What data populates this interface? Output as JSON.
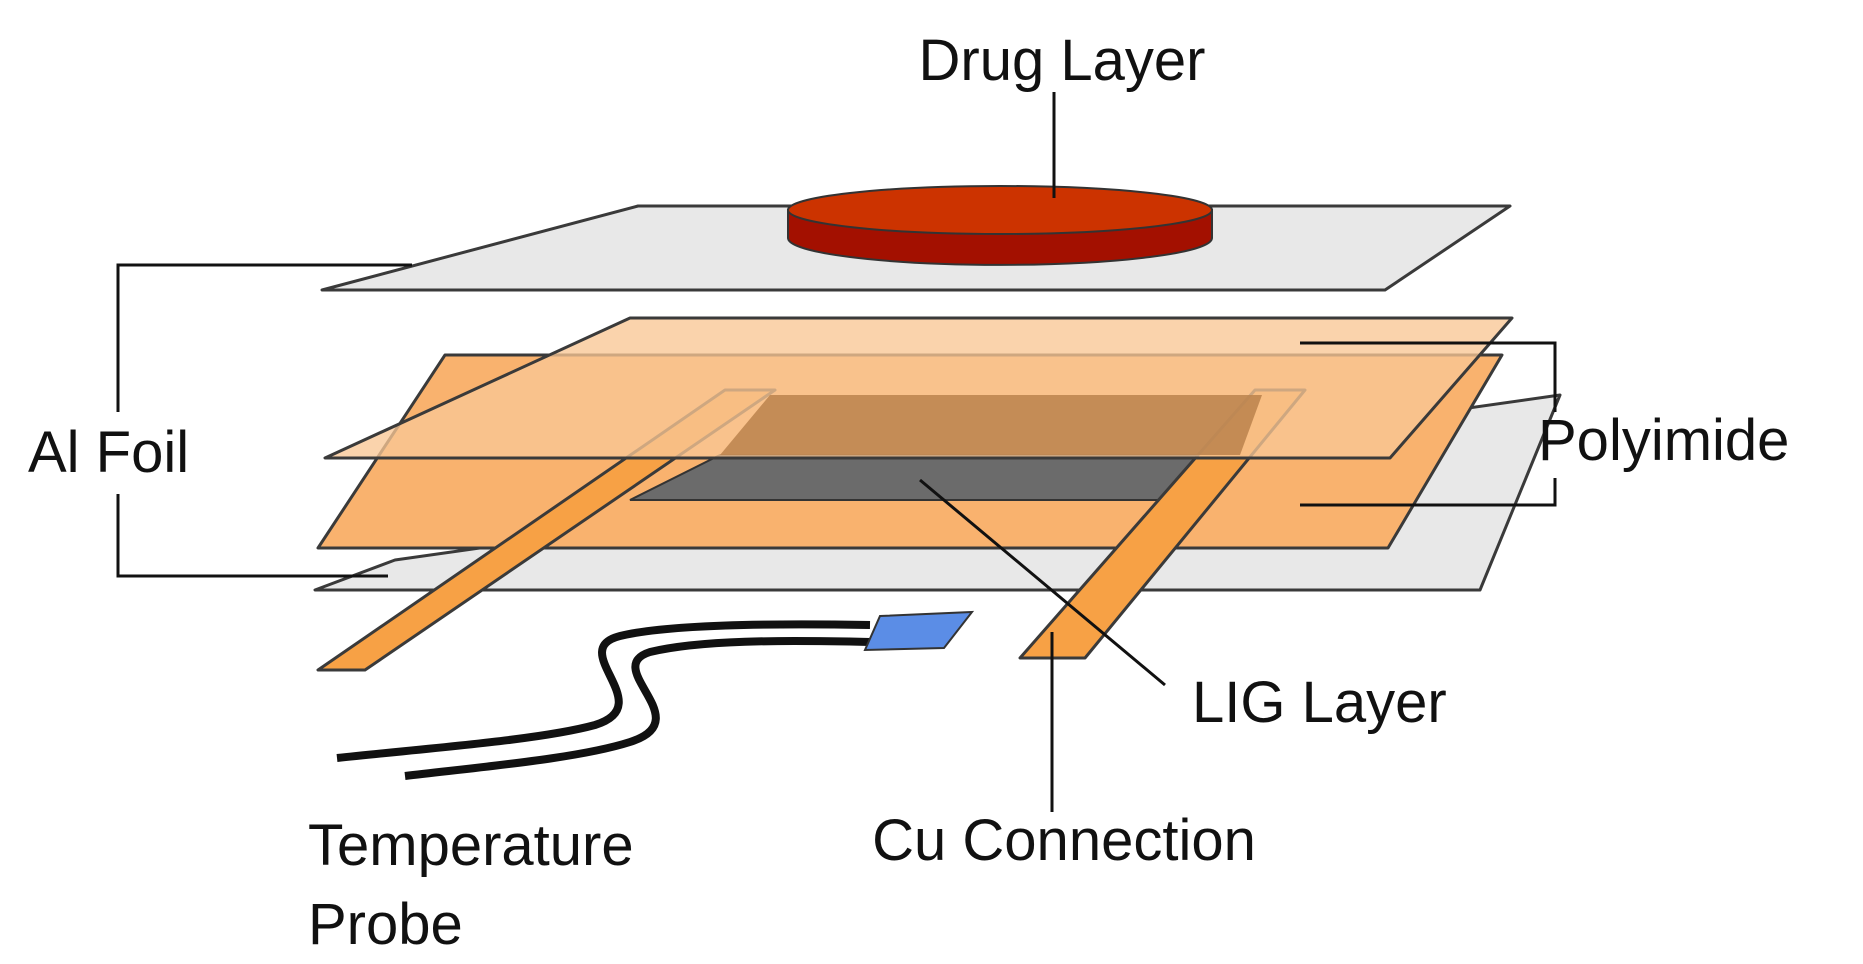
{
  "labels": {
    "drug_layer": "Drug Layer",
    "al_foil": "Al Foil",
    "polyimide": "Polyimide",
    "lig_layer": "LIG Layer",
    "cu_connection": "Cu Connection",
    "temperature_probe_line1": "Temperature",
    "temperature_probe_line2": "Probe"
  },
  "colors": {
    "al_foil": "#e8e8e8",
    "polyimide_top": "#f8c795",
    "polyimide_bottom": "#f9a95a",
    "lig_layer": "#6b6b6b",
    "lig_under_polyimide": "#bb834c",
    "cu_strip": "#f7a145",
    "drug_top": "#cc3300",
    "drug_side": "#a31000",
    "probe_tip": "#5b8de6",
    "wire": "#111111"
  }
}
